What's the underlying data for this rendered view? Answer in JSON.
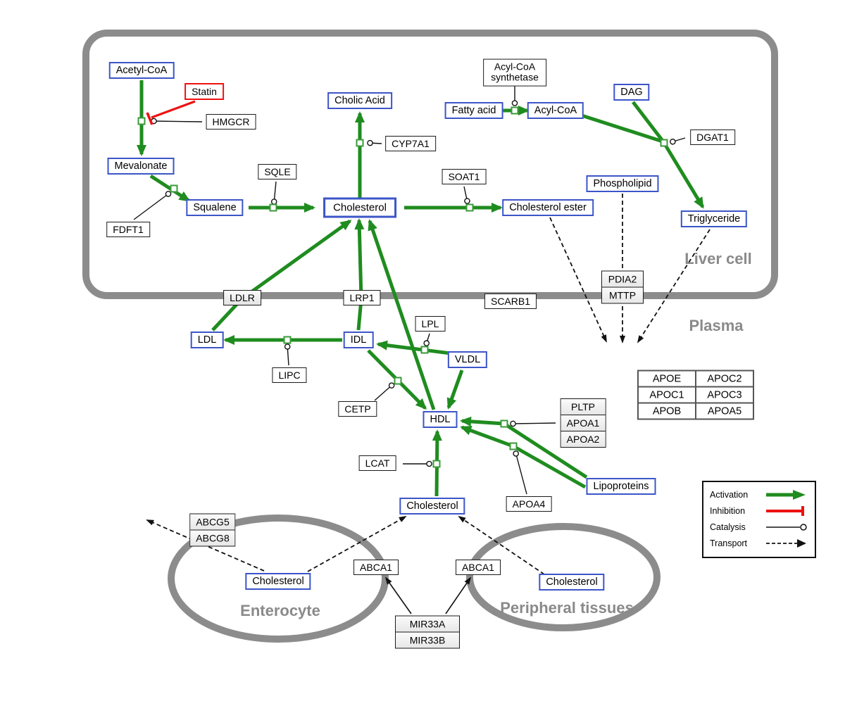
{
  "compartments": {
    "liver": "Liver cell",
    "plasma": "Plasma",
    "enterocyte": "Enterocyte",
    "peripheral": "Peripheral tissues"
  },
  "metabolites": {
    "acetyl_coa": "Acetyl-CoA",
    "mevalonate": "Mevalonate",
    "squalene": "Squalene",
    "cholic_acid": "Cholic Acid",
    "cholesterol_liver": "Cholesterol",
    "cholesterol_ester": "Cholesterol ester",
    "fatty_acid": "Fatty acid",
    "acyl_coa": "Acyl-CoA",
    "dag": "DAG",
    "phospholipid": "Phospholipid",
    "triglyceride": "Triglyceride",
    "ldl": "LDL",
    "idl": "IDL",
    "vldl": "VLDL",
    "hdl": "HDL",
    "cholesterol_plasma": "Cholesterol",
    "cholesterol_enterocyte": "Cholesterol",
    "cholesterol_peripheral": "Cholesterol",
    "lipoproteins": "Lipoproteins"
  },
  "proteins": {
    "statin": "Statin",
    "hmgcr": "HMGCR",
    "sqle": "SQLE",
    "fdft1": "FDFT1",
    "cyp7a1": "CYP7A1",
    "soat1": "SOAT1",
    "acs_line1": "Acyl-CoA",
    "acs_line2": "synthetase",
    "dgat1": "DGAT1",
    "pdia2": "PDIA2",
    "mttp": "MTTP",
    "ldlr": "LDLR",
    "lrp1": "LRP1",
    "scarb1": "SCARB1",
    "lpl": "LPL",
    "lipc": "LIPC",
    "cetp": "CETP",
    "lcat": "LCAT",
    "pltp": "PLTP",
    "apoa1": "APOA1",
    "apoa2": "APOA2",
    "apoa4": "APOA4",
    "apoe": "APOE",
    "apoc2": "APOC2",
    "apoc1": "APOC1",
    "apoc3": "APOC3",
    "apob": "APOB",
    "apoa5": "APOA5",
    "abcg5": "ABCG5",
    "abcg8": "ABCG8",
    "abca1_enterocyte": "ABCA1",
    "abca1_peripheral": "ABCA1",
    "mir33a": "MIR33A",
    "mir33b": "MIR33B"
  },
  "legend": {
    "activation": "Activation",
    "inhibition": "Inhibition",
    "catalysis": "Catalysis",
    "transport": "Transport"
  },
  "colors": {
    "activation": "#1f8c1f",
    "inhibition": "#ee1111",
    "metabolite_border": "#3c55c8",
    "protein_border": "#1a1a1a",
    "compartment": "#8c8c8c"
  }
}
